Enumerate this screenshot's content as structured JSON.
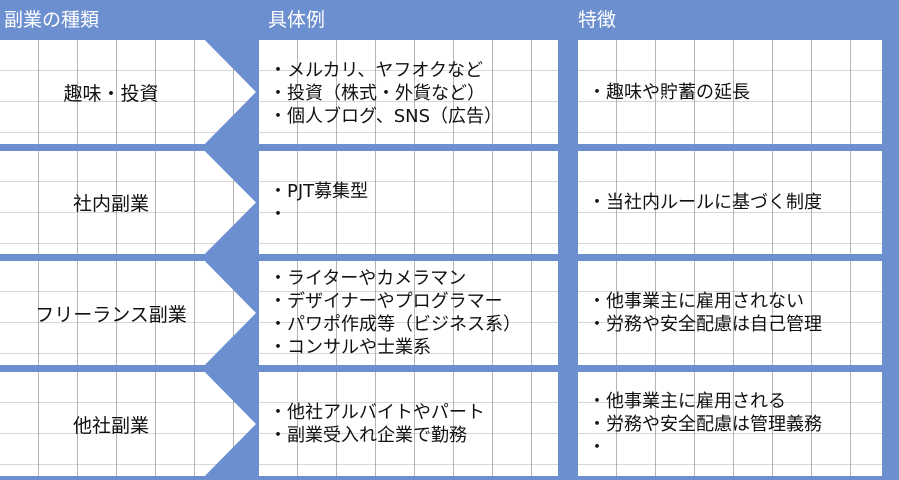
{
  "headers": {
    "type": "副業の種類",
    "examples": "具体例",
    "features": "特徴"
  },
  "rows": [
    {
      "category": "趣味・投資",
      "examples": [
        "・メルカリ、ヤフオクなど",
        "・投資（株式・外貨など）",
        "・個人ブログ、SNS（広告）"
      ],
      "features": [
        "・趣味や貯蓄の延長"
      ]
    },
    {
      "category": "社内副業",
      "examples": [
        "・PJT募集型",
        "・"
      ],
      "features": [
        "・当社内ルールに基づく制度"
      ]
    },
    {
      "category": "フリーランス副業",
      "examples": [
        "・ライターやカメラマン",
        "・デザイナーやプログラマー",
        "・パワポ作成等（ビジネス系）",
        "・コンサルや士業系"
      ],
      "features": [
        "・他事業主に雇用されない",
        "・労務や安全配慮は自己管理"
      ]
    },
    {
      "category": "他社副業",
      "examples": [
        "・他社アルバイトやパート",
        "・副業受入れ企業で勤務"
      ],
      "features": [
        "・他事業主に雇用される",
        "・労務や安全配慮は管理義務",
        "・"
      ]
    }
  ]
}
